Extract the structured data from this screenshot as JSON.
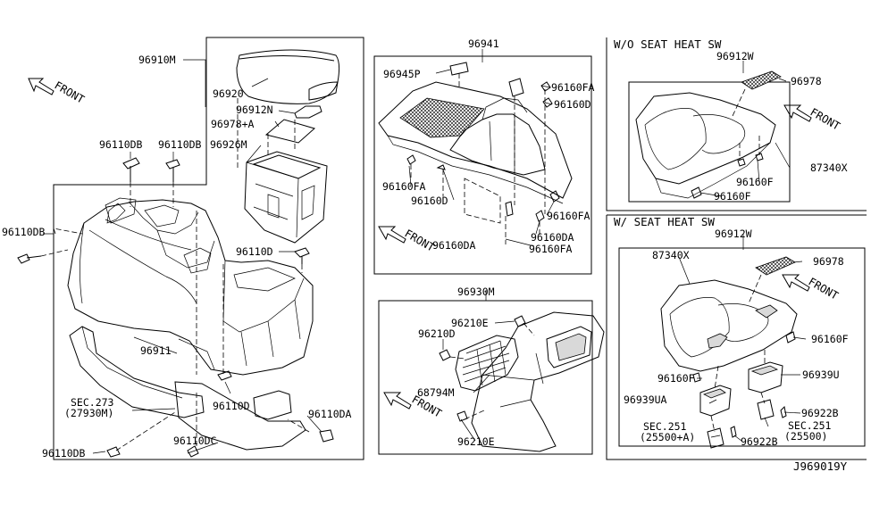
{
  "diagram": {
    "drawing_code": "J969019Y",
    "front_text": "FRONT",
    "sections": {
      "wo_seat_heat": "W/O SEAT HEAT SW",
      "w_seat_heat": "W/ SEAT HEAT SW"
    },
    "parts": {
      "p96910M": "96910M",
      "p96920": "96920",
      "p96912N": "96912N",
      "p96978A": "96978+A",
      "p96926M": "96926M",
      "p96110DB_a": "96110DB",
      "p96110DB_b": "96110DB",
      "p96110DB_c": "96110DB",
      "p96110DB_d": "96110DB",
      "p96110D_a": "96110D",
      "p96110D_b": "96110D",
      "p96911": "96911",
      "sec273": "SEC.273",
      "sec273_sub": "(27930M)",
      "p96110DC": "96110DC",
      "p96110DA": "96110DA",
      "p96941": "96941",
      "p96945P": "96945P",
      "p96160FA_a": "96160FA",
      "p96160D_a": "96160D",
      "p96160FA_b": "96160FA",
      "p96160D_b": "96160D",
      "p96160FA_c": "96160FA",
      "p96160DA_a": "96160DA",
      "p96160DA_b": "96160DA",
      "p96160FA_d": "96160FA",
      "p96930M": "96930M",
      "p96210E_a": "96210E",
      "p96210D": "96210D",
      "p68794M": "68794M",
      "p96210E_b": "96210E",
      "p96912W_a": "96912W",
      "p96978_a": "96978",
      "p87340X_a": "87340X",
      "p96160F_a": "96160F",
      "p96160F_b": "96160F",
      "p96912W_b": "96912W",
      "p87340X_b": "87340X",
      "p96978_b": "96978",
      "p96160F_c": "96160F",
      "p96160F_d": "96160F",
      "p96939U": "96939U",
      "p96939UA": "96939UA",
      "p96922B_a": "96922B",
      "sec251_a": "SEC.251",
      "sec251_a_sub": "(25500+A)",
      "sec251_b": "SEC.251",
      "sec251_b_sub": "(25500)",
      "p96922B_b": "96922B"
    }
  }
}
